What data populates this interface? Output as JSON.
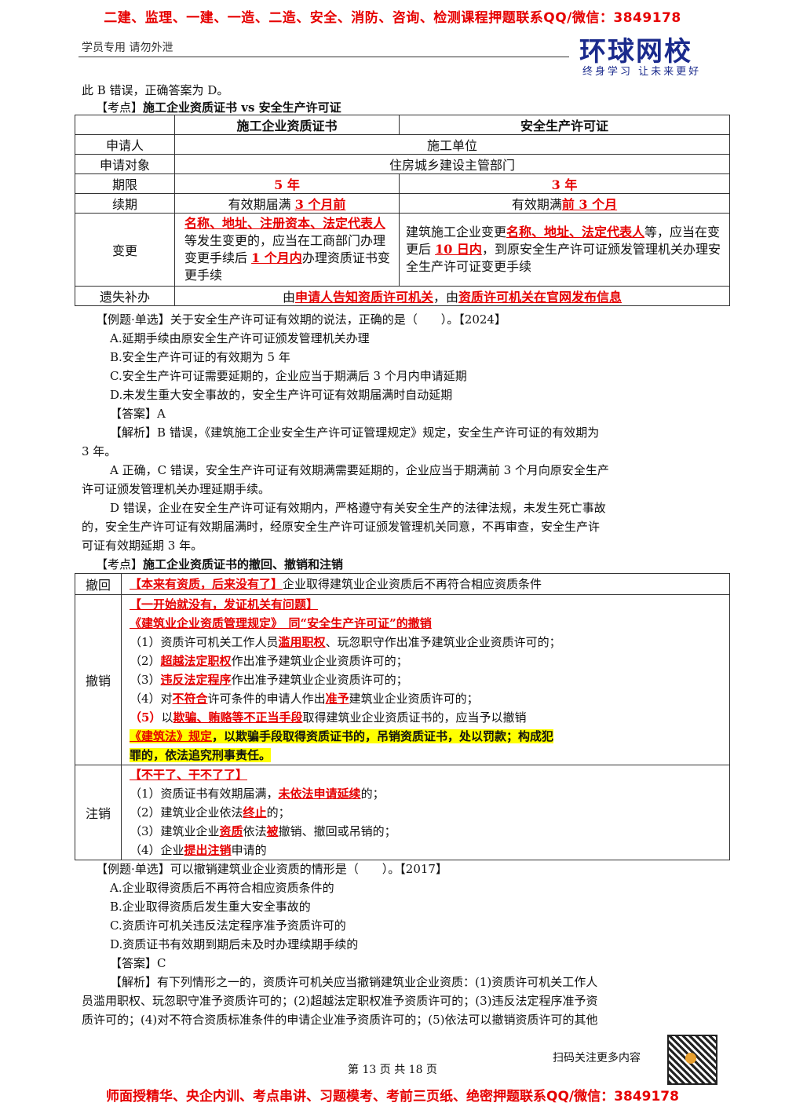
{
  "banner_top": "二建、监理、一建、一造、二造、安全、消防、咨询、检测课程押题联系QQ/微信：3849178",
  "banner_bottom": "师面授精华、央企内训、考点串讲、习题模考、考前三页纸、绝密押题联系QQ/微信：3849178",
  "header": {
    "left": "学员专用 请勿外泄",
    "logo": "环球网校",
    "slogan": "终身学习 让未来更好"
  },
  "p0": "此 B 错误，正确答案为 D。",
  "kd1": {
    "tag": "【考点】",
    "title": "施工企业资质证书 vs 安全生产许可证"
  },
  "t1": {
    "h1": "施工企业资质证书",
    "h2": "安全生产许可证",
    "r1l": "申请人",
    "r1v": "施工单位",
    "r2l": "申请对象",
    "r2v": "住房城乡建设主管部门",
    "r3l": "期限",
    "r3a": "5 年",
    "r3b": "3 年",
    "r4l": "续期",
    "r4a1": "有效期届满 ",
    "r4a2": "3 个月前",
    "r4b1": "有效期满",
    "r4b2": "前 3 个月",
    "r5l": "变更",
    "r5a1": "名称、地址、注册资本、法定代表人",
    "r5a2": "等发生变更的，应当在工商部门办理变更手续后 ",
    "r5a3": "1 个月内",
    "r5a4": "办理资质证书变更手续",
    "r5b1": "建筑施工企业变更",
    "r5b2": "名称、地址、法定代表人",
    "r5b3": "等，应当在变更后 ",
    "r5b4": "10 日内",
    "r5b5": "，到原安全生产许可证颁发管理机关办理安全生产许可证变更手续",
    "r6l": "遗失补办",
    "r6a": "由",
    "r6b": "申请人告知资质许可机关",
    "r6c": "，由",
    "r6d": "资质许可机关在官网发布信息"
  },
  "q1": {
    "stem": "【例题·单选】关于安全生产许可证有效期的说法，正确的是（　　）。【2024】",
    "a": "A.延期手续由原安全生产许可证颁发管理机关办理",
    "b": "B.安全生产许可证的有效期为 5 年",
    "c": "C.安全生产许可证需要延期的，企业应当于期满后 3 个月内申请延期",
    "d": "D.未发生重大安全事故的，安全生产许可证有效期届满时自动延期",
    "ans": "【答案】A",
    "e1a": "【解析】B 错误，《建筑施工企业安全生产许可证管理规定》规定，安全生产许可证的有效期为",
    "e1b": "3 年。",
    "e2a": "A 正确，C 错误，安全生产许可证有效期满需要延期的，企业应当于期满前 3 个月向原安全生产",
    "e2b": "许可证颁发管理机关办理延期手续。",
    "e3a": "D 错误，企业在安全生产许可证有效期内，严格遵守有关安全生产的法律法规，未发生死亡事故",
    "e3b": "的，安全生产许可证有效期届满时，经原安全生产许可证颁发管理机关同意，不再审查，安全生产许",
    "e3c": "可证有效期延期 3 年。"
  },
  "kd2": {
    "tag": "【考点】",
    "title": "施工企业资质证书的撤回、撤销和注销"
  },
  "t2": {
    "l1": "撤回",
    "c1a": "【本来有资质，后来没有了】",
    "c1b": "企业取得建筑业企业资质后不再符合相应资质条件",
    "l2": "撤销",
    "c2a": "【一开始就没有，发证机关有问题】",
    "c2b": "《建筑业企业资质管理规定》　同“安全生产许可证”的撤销",
    "c2c1": "（1）资质许可机关工作人员",
    "c2c2": "滥用职权",
    "c2c3": "、玩忽职守作出准予建筑业企业资质许可的；",
    "c2d1": "（2）",
    "c2d2": "超越法定职权",
    "c2d3": "作出准予建筑业企业资质许可的；",
    "c2e1": "（3）",
    "c2e2": "违反法定程序",
    "c2e3": "作出准予建筑业企业资质许可的；",
    "c2f1": "（4）对",
    "c2f2": "不符合",
    "c2f3": "许可条件的申请人作出",
    "c2f4": "准予",
    "c2f5": "建筑业企业资质许可的；",
    "c2g1": "（5）",
    "c2g2": "以",
    "c2g3": "欺骗、贿赂等不正当手段",
    "c2g4": "取得建筑业企业资质证书的，应当予以撤销",
    "c2h1": "《建筑法》规定",
    "c2h2": "，以欺骗手段取得资质证书的，吊销资质证书，处以罚款；构成犯",
    "c2i": "罪的，依法追究刑事责任。",
    "l3": "注销",
    "c3a": "【不干了、干不了了】",
    "c3b1": "（1）资质证书有效期届满，",
    "c3b2": "未依法申请延续",
    "c3b3": "的；",
    "c3c1": "（2）建筑业企业依法",
    "c3c2": "终止",
    "c3c3": "的；",
    "c3d1": "（3）建筑业企业",
    "c3d2": "资质",
    "c3d3": "依法",
    "c3d4": "被",
    "c3d5": "撤销、撤回或吊销的；",
    "c3e1": "（4）企业",
    "c3e2": "提出注销",
    "c3e3": "申请的"
  },
  "q2": {
    "stem": "【例题·单选】可以撤销建筑业企业资质的情形是（　　）。【2017】",
    "a": "A.企业取得资质后不再符合相应资质条件的",
    "b": "B.企业取得资质后发生重大安全事故的",
    "c": "C.资质许可机关违反法定程序准予资质许可的",
    "d": "D.资质证书有效期到期后未及时办理续期手续的",
    "ans": "【答案】C",
    "e1": "【解析】有下列情形之一的，资质许可机关应当撤销建筑业企业资质：(1)资质许可机关工作人",
    "e2": "员滥用职权、玩忽职守准予资质许可的；(2)超越法定职权准予资质许可的；(3)违反法定程序准予资",
    "e3": "质许可的；(4)对不符合资质标准条件的申请企业准予资质许可的；(5)依法可以撤销资质许可的其他"
  },
  "footer": {
    "scan": "扫码关注更多内容",
    "page": "第 13 页 共 18 页"
  }
}
